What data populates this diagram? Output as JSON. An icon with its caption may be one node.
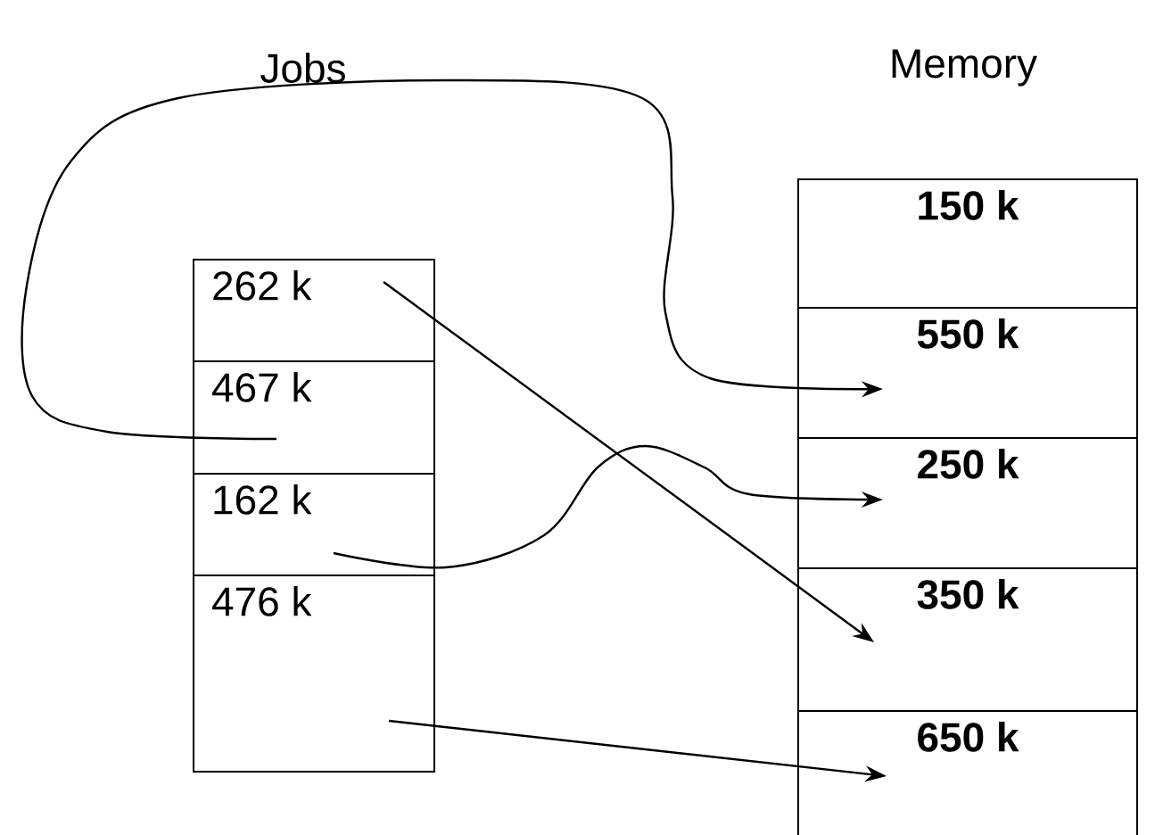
{
  "diagram": {
    "nodes": [
      {
        "text": [
          "262 k"
        ]
      },
      {
        "text": [
          "467 k"
        ]
      },
      {
        "text": [
          "162 k"
        ]
      },
      {
        "text": [
          "476 k"
        ]
      },
      {
        "text": [
          "150 k"
        ]
      },
      {
        "text": [
          "550 k"
        ]
      },
      {
        "text": [
          "250 k"
        ]
      },
      {
        "text": [
          "350 k"
        ]
      },
      {
        "text": [
          "650 k"
        ]
      }
    ],
    "edges": [
      {
        "from": 0,
        "to": 7,
        "arrow": "to"
      },
      {
        "from": 1,
        "to": 5,
        "arrow": "to"
      },
      {
        "from": 2,
        "to": 6,
        "arrow": "to"
      },
      {
        "from": 3,
        "to": 8,
        "arrow": "to"
      }
    ],
    "labels": [
      "Jobs",
      "Memory"
    ]
  }
}
